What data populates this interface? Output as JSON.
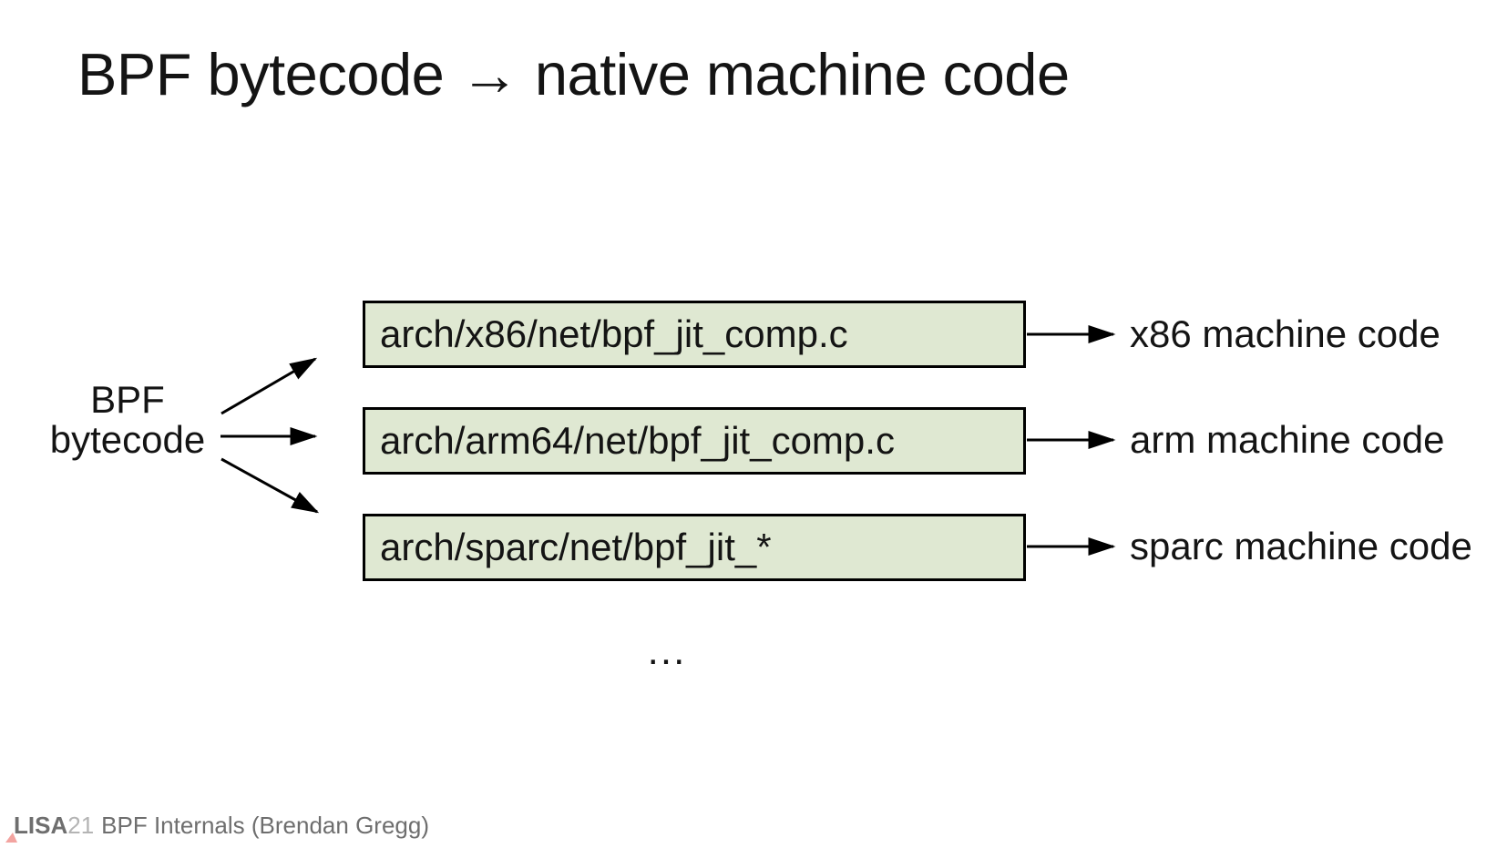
{
  "slide": {
    "title": "BPF bytecode → native machine code",
    "source": {
      "line1": "BPF",
      "line2": "bytecode"
    },
    "mappings": [
      {
        "file": "arch/x86/net/bpf_jit_comp.c",
        "output": "x86 machine code"
      },
      {
        "file": "arch/arm64/net/bpf_jit_comp.c",
        "output": "arm machine code"
      },
      {
        "file": "arch/sparc/net/bpf_jit_*",
        "output": "sparc machine code"
      }
    ],
    "ellipsis": "...",
    "footer": {
      "brand": "LISA",
      "year": "21",
      "credit": "BPF Internals (Brendan Gregg)"
    },
    "colors": {
      "box_fill": "#dfe8d2",
      "box_border": "#000000",
      "arrow": "#000000",
      "text": "#141414",
      "footer_gray": "#6e6e6e",
      "footer_year_gray": "#b4b4b4",
      "logo_pink": "#f3a4a0"
    }
  }
}
